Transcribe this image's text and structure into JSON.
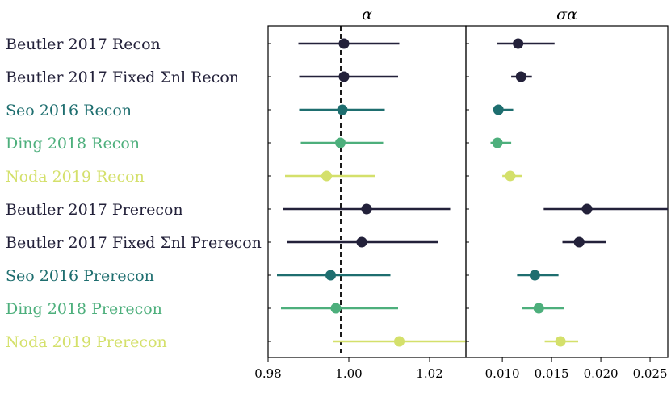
{
  "chart_data": [
    {
      "type": "scatter",
      "title": "α",
      "xlim": [
        0.98,
        1.029
      ],
      "xticks": [
        "0.98",
        "1.00",
        "1.02"
      ],
      "reference_line": 0.998,
      "points": [
        {
          "label": "Beutler 2017 Recon",
          "value": 0.9988,
          "lo": 0.9875,
          "hi": 1.0125,
          "color": "#23213a"
        },
        {
          "label": "Beutler 2017 Fixed Σnl Recon",
          "value": 0.9988,
          "lo": 0.9877,
          "hi": 1.0122,
          "color": "#23213a"
        },
        {
          "label": "Seo 2016 Recon",
          "value": 0.9984,
          "lo": 0.9877,
          "hi": 1.0089,
          "color": "#1e6e6f"
        },
        {
          "label": "Ding 2018 Recon",
          "value": 0.9979,
          "lo": 0.9881,
          "hi": 1.0085,
          "color": "#4daf7c"
        },
        {
          "label": "Noda 2019 Recon",
          "value": 0.9945,
          "lo": 0.9842,
          "hi": 1.0066,
          "color": "#d4e06b"
        },
        {
          "label": "Beutler 2017 Prerecon",
          "value": 1.0044,
          "lo": 0.9836,
          "hi": 1.0251,
          "color": "#23213a"
        },
        {
          "label": "Beutler 2017 Fixed Σnl Prerecon",
          "value": 1.0032,
          "lo": 0.9846,
          "hi": 1.0221,
          "color": "#23213a"
        },
        {
          "label": "Seo 2016 Prerecon",
          "value": 0.9955,
          "lo": 0.9822,
          "hi": 1.0103,
          "color": "#1e6e6f"
        },
        {
          "label": "Ding 2018 Prerecon",
          "value": 0.9968,
          "lo": 0.9832,
          "hi": 1.0122,
          "color": "#4daf7c"
        },
        {
          "label": "Noda 2019 Prerecon",
          "value": 1.0125,
          "lo": 0.9962,
          "hi": 1.0292,
          "color": "#d4e06b"
        }
      ]
    },
    {
      "type": "scatter",
      "title": "σα",
      "xlim": [
        0.0063,
        0.0268
      ],
      "xticks": [
        "0.010",
        "0.015",
        "0.020",
        "0.025"
      ],
      "points": [
        {
          "label": "Beutler 2017 Recon",
          "value": 0.0116,
          "lo": 0.0095,
          "hi": 0.0153,
          "color": "#23213a"
        },
        {
          "label": "Beutler 2017 Fixed Σnl Recon",
          "value": 0.0119,
          "lo": 0.0109,
          "hi": 0.013,
          "color": "#23213a"
        },
        {
          "label": "Seo 2016 Recon",
          "value": 0.0096,
          "lo": 0.0091,
          "hi": 0.0111,
          "color": "#1e6e6f"
        },
        {
          "label": "Ding 2018 Recon",
          "value": 0.0095,
          "lo": 0.0088,
          "hi": 0.0109,
          "color": "#4daf7c"
        },
        {
          "label": "Noda 2019 Recon",
          "value": 0.0108,
          "lo": 0.01,
          "hi": 0.012,
          "color": "#d4e06b"
        },
        {
          "label": "Beutler 2017 Prerecon",
          "value": 0.0186,
          "lo": 0.0142,
          "hi": 0.0268,
          "color": "#23213a"
        },
        {
          "label": "Beutler 2017 Fixed Σnl Prerecon",
          "value": 0.0178,
          "lo": 0.0161,
          "hi": 0.0205,
          "color": "#23213a"
        },
        {
          "label": "Seo 2016 Prerecon",
          "value": 0.0133,
          "lo": 0.0115,
          "hi": 0.0157,
          "color": "#1e6e6f"
        },
        {
          "label": "Ding 2018 Prerecon",
          "value": 0.0137,
          "lo": 0.012,
          "hi": 0.0163,
          "color": "#4daf7c"
        },
        {
          "label": "Noda 2019 Prerecon",
          "value": 0.0159,
          "lo": 0.0143,
          "hi": 0.0177,
          "color": "#d4e06b"
        }
      ]
    }
  ]
}
